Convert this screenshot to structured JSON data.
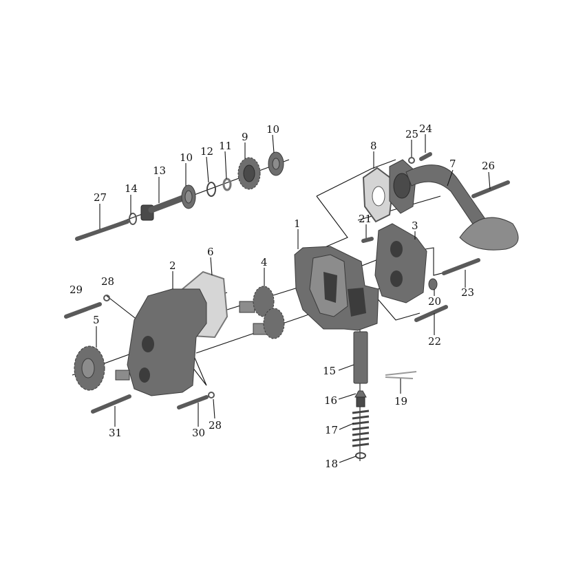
{
  "diagram": {
    "type": "exploded-parts-diagram",
    "labels": {
      "p27": "27",
      "p14": "14",
      "p13": "13",
      "p10a": "10",
      "p12": "12",
      "p11": "11",
      "p9": "9",
      "p10b": "10",
      "p8": "8",
      "p25": "25",
      "p24": "24",
      "p7": "7",
      "p26": "26",
      "p21": "21",
      "p1": "1",
      "p3": "3",
      "p6": "6",
      "p2": "2",
      "p4": "4",
      "p29": "29",
      "p28a": "28",
      "p5": "5",
      "p20": "20",
      "p23": "23",
      "p22": "22",
      "p15": "15",
      "p19": "19",
      "p16": "16",
      "p17": "17",
      "p18": "18",
      "p31": "31",
      "p30": "30",
      "p28b": "28"
    }
  }
}
